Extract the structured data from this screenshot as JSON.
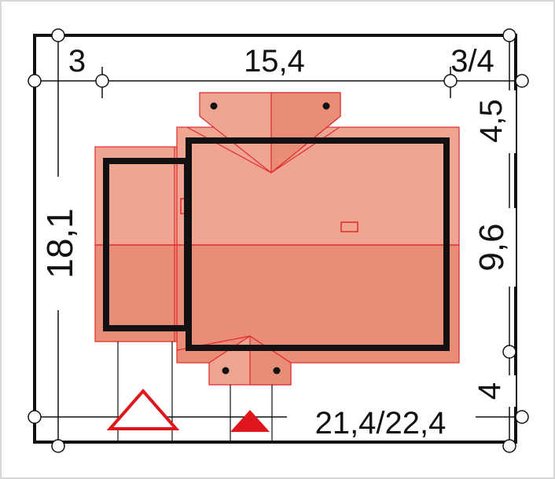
{
  "dimensions": {
    "top_left": "3",
    "top_center": "15,4",
    "top_right": "3/4",
    "left_total": "18,1",
    "right_top": "4,5",
    "right_middle": "9,6",
    "right_bottom": "4",
    "bottom_width": "21,4/22,4"
  },
  "colors": {
    "frame": "#111111",
    "wall": "#111111",
    "roof_light": "#f0a593",
    "roof_dark": "#ea8d78",
    "roof_line": "#e02b2b",
    "entrance_marker": "#e0161d"
  }
}
